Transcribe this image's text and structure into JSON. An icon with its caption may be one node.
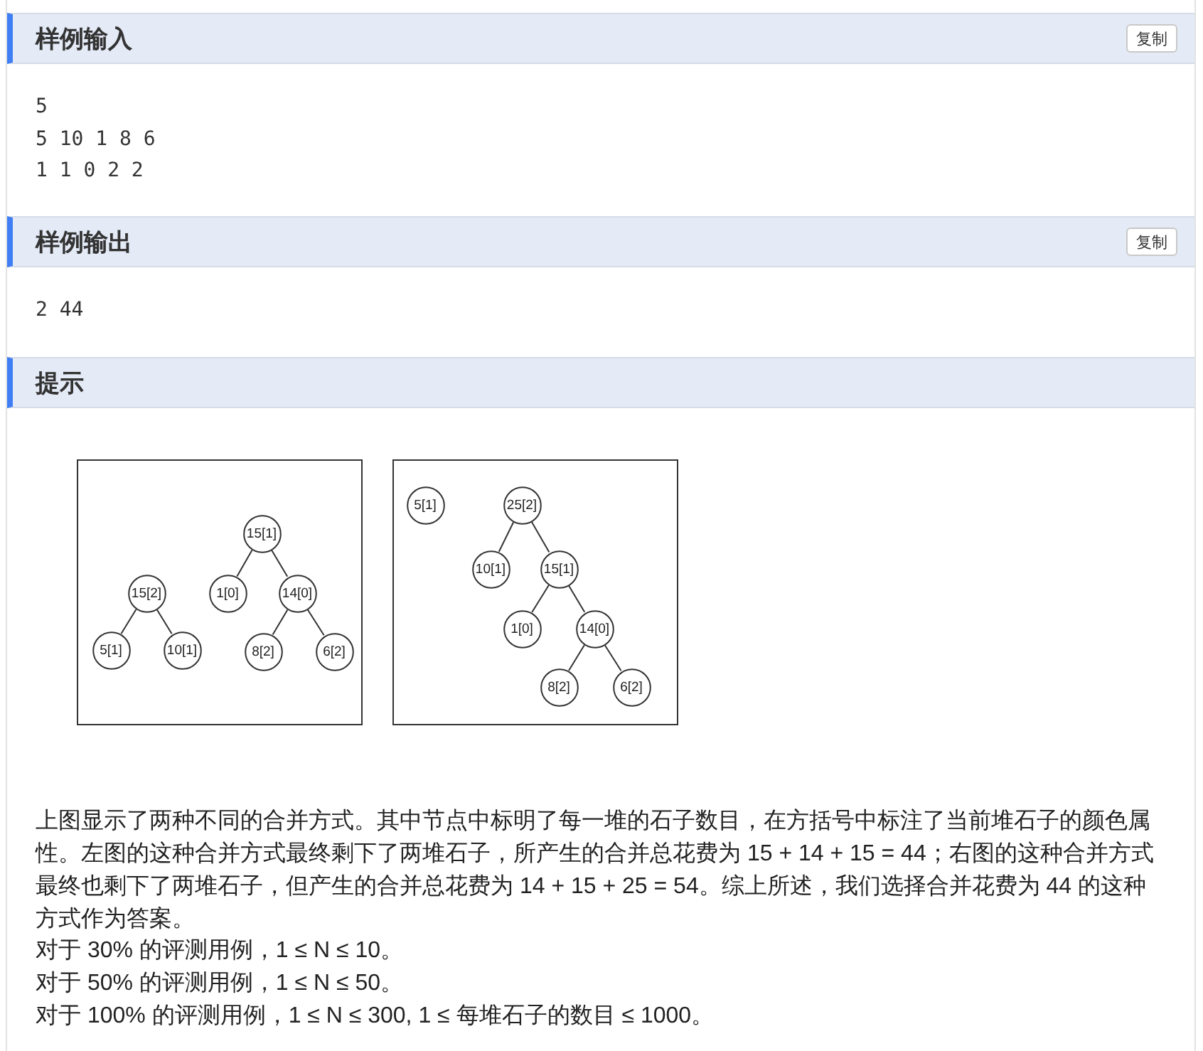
{
  "diagram": {
    "nodes": [
      {
        "text": [
          "样例输入"
        ]
      },
      {
        "text": [
          "复制"
        ],
        "in": 0
      },
      {
        "text": [
          "样例输出"
        ]
      },
      {
        "text": [
          "复制"
        ],
        "in": 2
      },
      {
        "text": [
          "提示"
        ]
      },
      {
        "text": [],
        "shape": "box"
      },
      {
        "text": [
          "15[1]"
        ],
        "in": 5
      },
      {
        "text": [
          "15[2]"
        ],
        "in": 5
      },
      {
        "text": [
          "1[0]"
        ],
        "in": 5
      },
      {
        "text": [
          "14[0]"
        ],
        "in": 5
      },
      {
        "text": [
          "5[1]"
        ],
        "in": 5
      },
      {
        "text": [
          "10[1]"
        ],
        "in": 5
      },
      {
        "text": [
          "8[2]"
        ],
        "in": 5
      },
      {
        "text": [
          "6[2]"
        ],
        "in": 5
      },
      {
        "text": [],
        "shape": "box"
      },
      {
        "text": [
          "5[1]"
        ],
        "in": 14
      },
      {
        "text": [
          "25[2]"
        ],
        "in": 14
      },
      {
        "text": [
          "10[1]"
        ],
        "in": 14
      },
      {
        "text": [
          "15[1]"
        ],
        "in": 14
      },
      {
        "text": [
          "1[0]"
        ],
        "in": 14
      },
      {
        "text": [
          "14[0]"
        ],
        "in": 14
      },
      {
        "text": [
          "8[2]"
        ],
        "in": 14
      },
      {
        "text": [
          "6[2]"
        ],
        "in": 14
      }
    ],
    "edges": [
      {
        "from": 6,
        "to": 8,
        "arrow": "none"
      },
      {
        "from": 6,
        "to": 9,
        "arrow": "none"
      },
      {
        "from": 7,
        "to": 10,
        "arrow": "none"
      },
      {
        "from": 7,
        "to": 11,
        "arrow": "none"
      },
      {
        "from": 9,
        "to": 12,
        "arrow": "none"
      },
      {
        "from": 9,
        "to": 13,
        "arrow": "none"
      },
      {
        "from": 16,
        "to": 17,
        "arrow": "none"
      },
      {
        "from": 16,
        "to": 18,
        "arrow": "none"
      },
      {
        "from": 18,
        "to": 19,
        "arrow": "none"
      },
      {
        "from": 18,
        "to": 20,
        "arrow": "none"
      },
      {
        "from": 20,
        "to": 21,
        "arrow": "none"
      },
      {
        "from": 20,
        "to": 22,
        "arrow": "none"
      }
    ],
    "labels": [
      "5",
      "5 10 1 8 6",
      "1 1 0 2 2",
      "2 44",
      "上图显示了两种不同的合并方式。其中节点中标明了每一堆的石子数目，在方括号中标注了当前堆石子的颜色属性。左图的这种合并方式最终剩下了两堆石子，所产生的合并总花费为 15 + 14 + 15 = 44；右图的这种合并方式最终也剩下了两堆石子，但产生的合并总花费为 14 + 15 + 25 = 54。综上所述，我们选择合并花费为 44 的这种方式作为答案。",
      "对于 30% 的评测用例，1 ≤ N ≤ 10。",
      "对于 50% 的评测用例，1 ≤ N ≤ 50。",
      "对于 100% 的评测用例，1 ≤ N ≤ 300, 1 ≤ 每堆石子的数目 ≤ 1000。"
    ]
  }
}
